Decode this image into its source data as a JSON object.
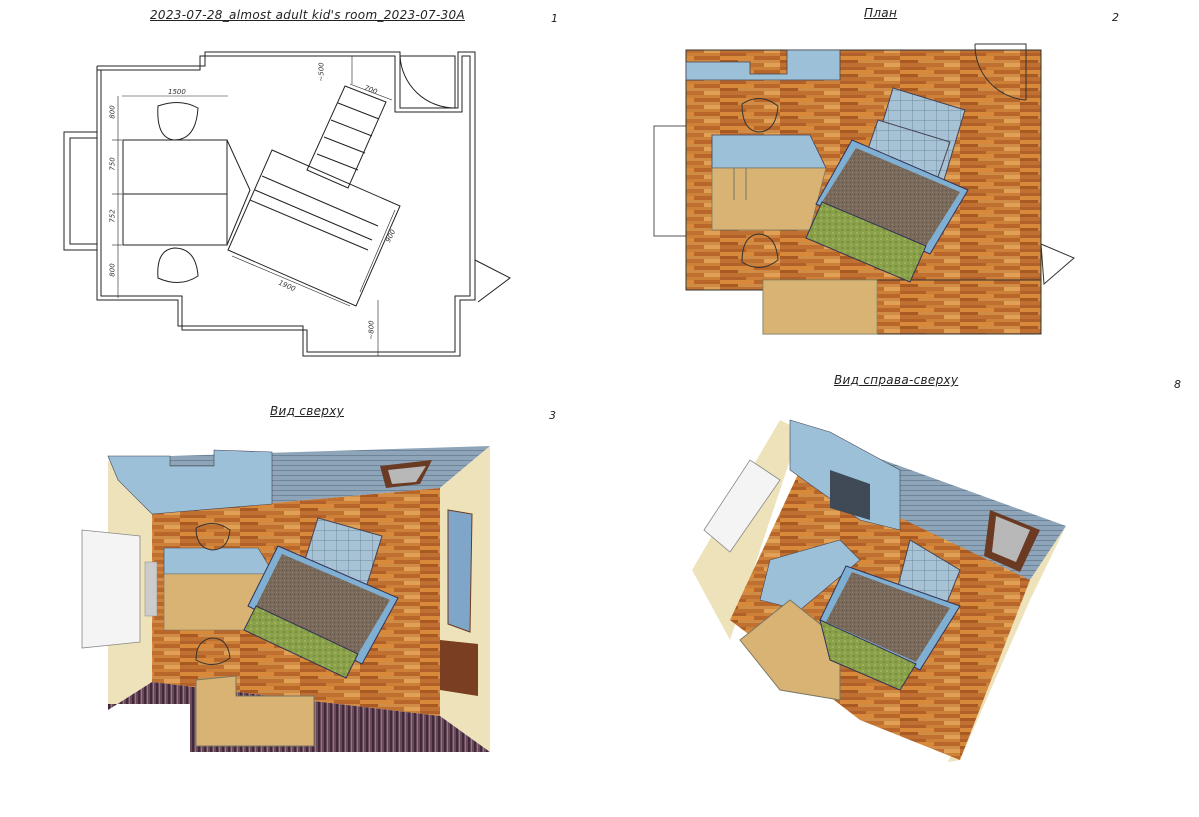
{
  "sheet": {
    "title": "2023-07-28_almost adult kid's room_2023-07-30A",
    "panels": [
      {
        "number": "1"
      },
      {
        "title": "План",
        "number": "2"
      },
      {
        "title": "Вид сверху",
        "number": "3"
      },
      {
        "title": "Вид справа-сверху",
        "number": "8"
      }
    ]
  },
  "dimensions": {
    "desk_width": "1500",
    "bed_length": "1900",
    "bed_width": "900",
    "stairs_width": "700",
    "stairs_offset": "~500",
    "door_offset": "~800",
    "left_800_top": "800",
    "left_750": "750",
    "left_752": "752",
    "left_800_bottom": "800"
  },
  "colors": {
    "wood_floor": "#c9782e",
    "sky_blue": "#9cc0d8",
    "beige_wood": "#d9b374",
    "mattress_brown": "#7a6a5c",
    "moss_green": "#8aa04a",
    "cream_wall": "#ede2b9"
  }
}
